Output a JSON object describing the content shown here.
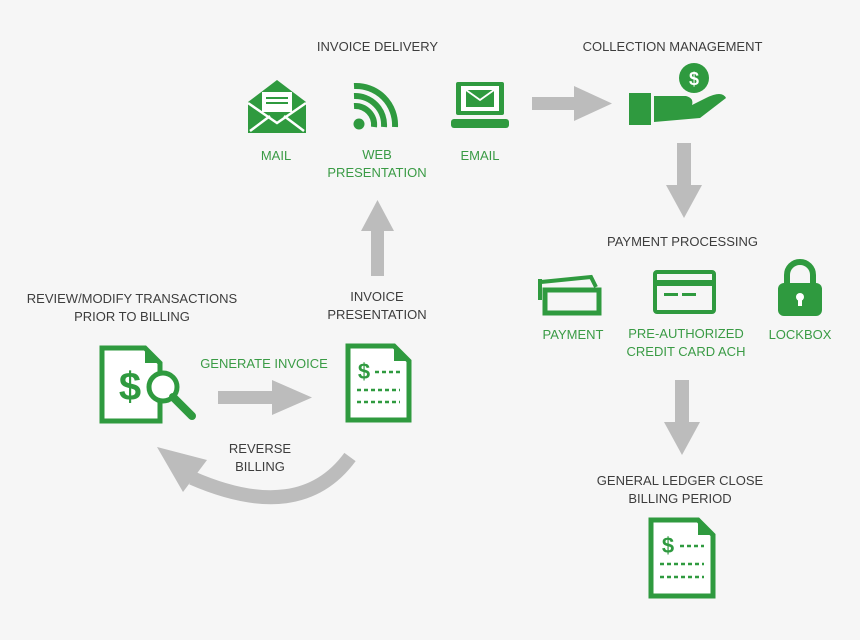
{
  "colors": {
    "green": "#2f9a3f",
    "arrow": "#bcbcbc",
    "text": "#3d3d3d",
    "green_text": "#3a9b45",
    "background": "#f6f6f6"
  },
  "invoice_delivery": {
    "heading": "INVOICE DELIVERY",
    "mail_label": "MAIL",
    "web_label": "WEB\nPRESENTATION",
    "email_label": "EMAIL"
  },
  "collection_management": {
    "heading": "COLLECTION MANAGEMENT",
    "icon": "hand-dollar-icon"
  },
  "payment_processing": {
    "heading": "PAYMENT PROCESSING",
    "payment_label": "PAYMENT",
    "card_label": "PRE-AUTHORIZED\nCREDIT CARD ACH",
    "lockbox_label": "LOCKBOX"
  },
  "review": {
    "label": "REVIEW/MODIFY TRANSACTIONS\nPRIOR TO BILLING",
    "icon": "document-search-icon"
  },
  "generate_invoice": {
    "label": "GENERATE INVOICE"
  },
  "invoice_presentation": {
    "label": "INVOICE\nPRESENTATION",
    "icon": "invoice-document-icon"
  },
  "reverse_billing": {
    "label": "REVERSE\nBILLING"
  },
  "general_ledger": {
    "label": "GENERAL LEDGER CLOSE\nBILLING PERIOD",
    "icon": "invoice-document-icon"
  }
}
